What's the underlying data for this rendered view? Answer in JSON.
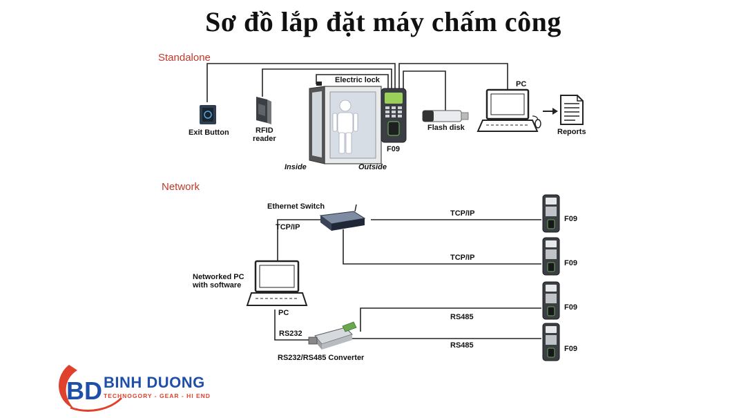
{
  "title": "Sơ đồ lắp đặt máy chấm công",
  "standalone": {
    "heading": "Standalone",
    "exit_button": "Exit Button",
    "rfid_line1": "RFID",
    "rfid_line2": "reader",
    "electric_lock": "Electric lock",
    "inside": "Inside",
    "outside": "Outside",
    "device": "F09",
    "flash_disk": "Flash disk",
    "pc": "PC",
    "reports": "Reports"
  },
  "network": {
    "heading": "Network",
    "ethernet_switch": "Ethernet Switch",
    "tcpip_pc": "TCP/IP",
    "networked_pc_line1": "Networked PC",
    "networked_pc_line2": "with software",
    "pc": "PC",
    "rs232": "RS232",
    "converter": "RS232/RS485 Converter",
    "links": [
      {
        "protocol": "TCP/IP",
        "device": "F09"
      },
      {
        "protocol": "TCP/IP",
        "device": "F09"
      },
      {
        "protocol": "RS485",
        "device": "F09"
      },
      {
        "protocol": "RS485",
        "device": "F09"
      }
    ]
  },
  "logo": {
    "mark": "BD",
    "name": "BINH DUONG",
    "tagline": "TECHNOGORY - GEAR - HI END"
  },
  "colors": {
    "heading_red": "#c0392b",
    "logo_blue": "#1f4fa8",
    "logo_red": "#e0412d",
    "line": "#222222"
  }
}
